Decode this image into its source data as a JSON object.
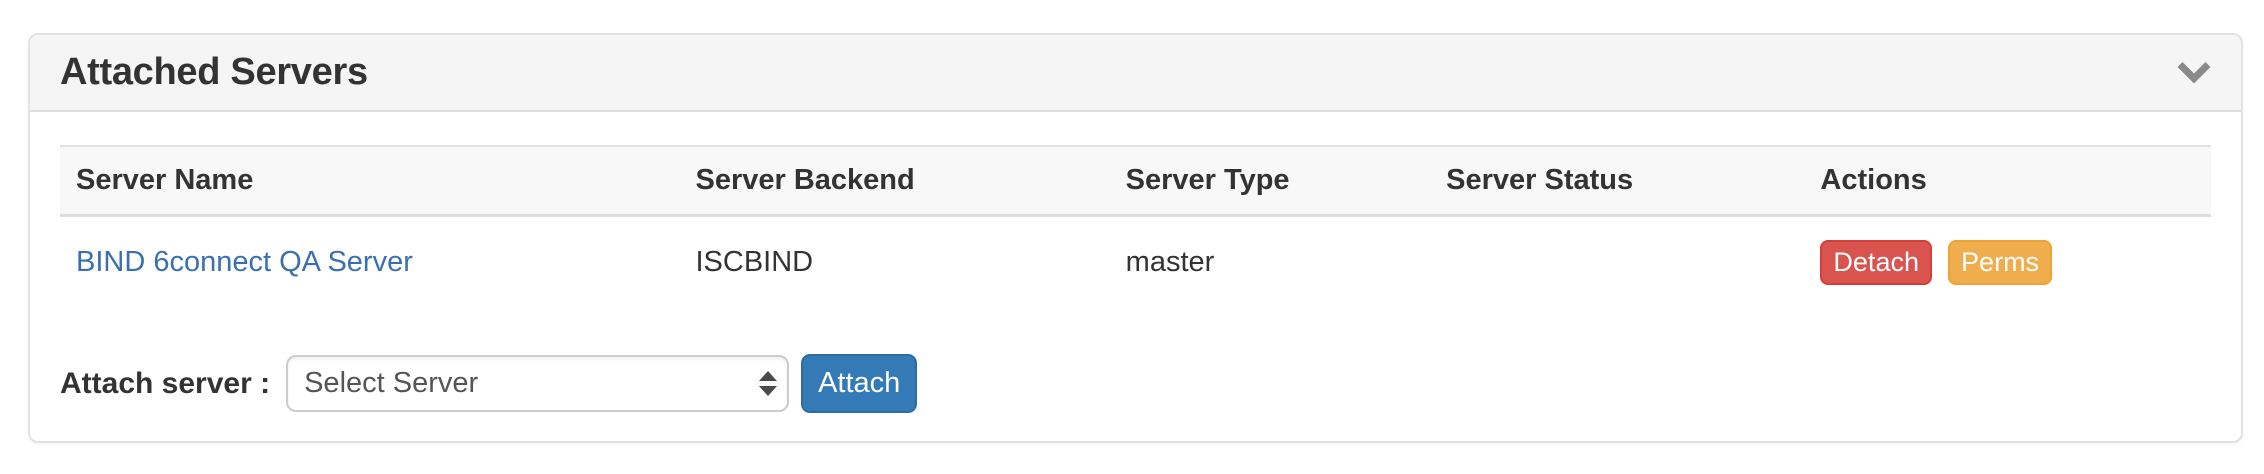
{
  "panel": {
    "title": "Attached Servers",
    "collapse_icon": "chevron-down"
  },
  "table": {
    "headers": {
      "name": "Server Name",
      "backend": "Server Backend",
      "type": "Server Type",
      "status": "Server Status",
      "actions": "Actions"
    },
    "rows": [
      {
        "name": "BIND 6connect QA Server",
        "backend": "ISCBIND",
        "type": "master",
        "status": "",
        "detach_label": "Detach",
        "perms_label": "Perms"
      }
    ]
  },
  "attach_form": {
    "label": "Attach server :",
    "select_value": "Select Server",
    "attach_label": "Attach"
  },
  "colors": {
    "detach_button": "#d9534f",
    "perms_button": "#f0ad4e",
    "attach_button": "#337ab7",
    "link": "#3a70b2",
    "heading_bg": "#f5f5f5",
    "table_header_bg": "#f8f8f8",
    "chevron": "#8a8a8a"
  }
}
